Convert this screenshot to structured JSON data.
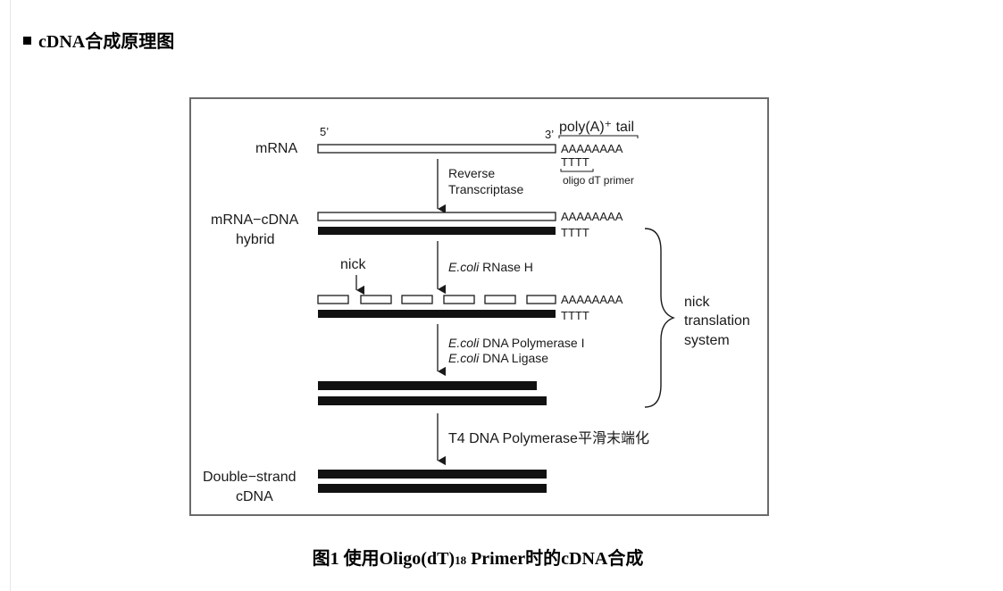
{
  "heading": {
    "bullet": "■",
    "text": "cDNA合成原理图"
  },
  "diagram": {
    "mrna_label": "mRNA",
    "five_prime": "5’",
    "three_prime": "3’",
    "polya_tail": "poly(A)⁺ tail",
    "polya_seq": "AAAAAAAA",
    "oligo_seq": "TTTT",
    "oligo_primer": "oligo dT primer",
    "step1": [
      "Reverse",
      "Transcriptase"
    ],
    "hybrid_label": [
      "mRNA−cDNA",
      "hybrid"
    ],
    "nick_label": "nick",
    "step2_italic": "E.coli",
    "step2_rest": " RNase H",
    "step3_lines": [
      {
        "italic": "E.coli",
        "rest": " DNA Polymerase I"
      },
      {
        "italic": "E.coli",
        "rest": " DNA Ligase"
      }
    ],
    "nick_system": [
      "nick",
      "translation",
      "system"
    ],
    "step4": "T4 DNA Polymerase平滑末端化",
    "double_label": [
      "Double−strand",
      "cDNA"
    ]
  },
  "caption": {
    "main": "图1 使用Oligo(dT)",
    "sub": "18",
    "tail": " Primer时的cDNA合成"
  }
}
